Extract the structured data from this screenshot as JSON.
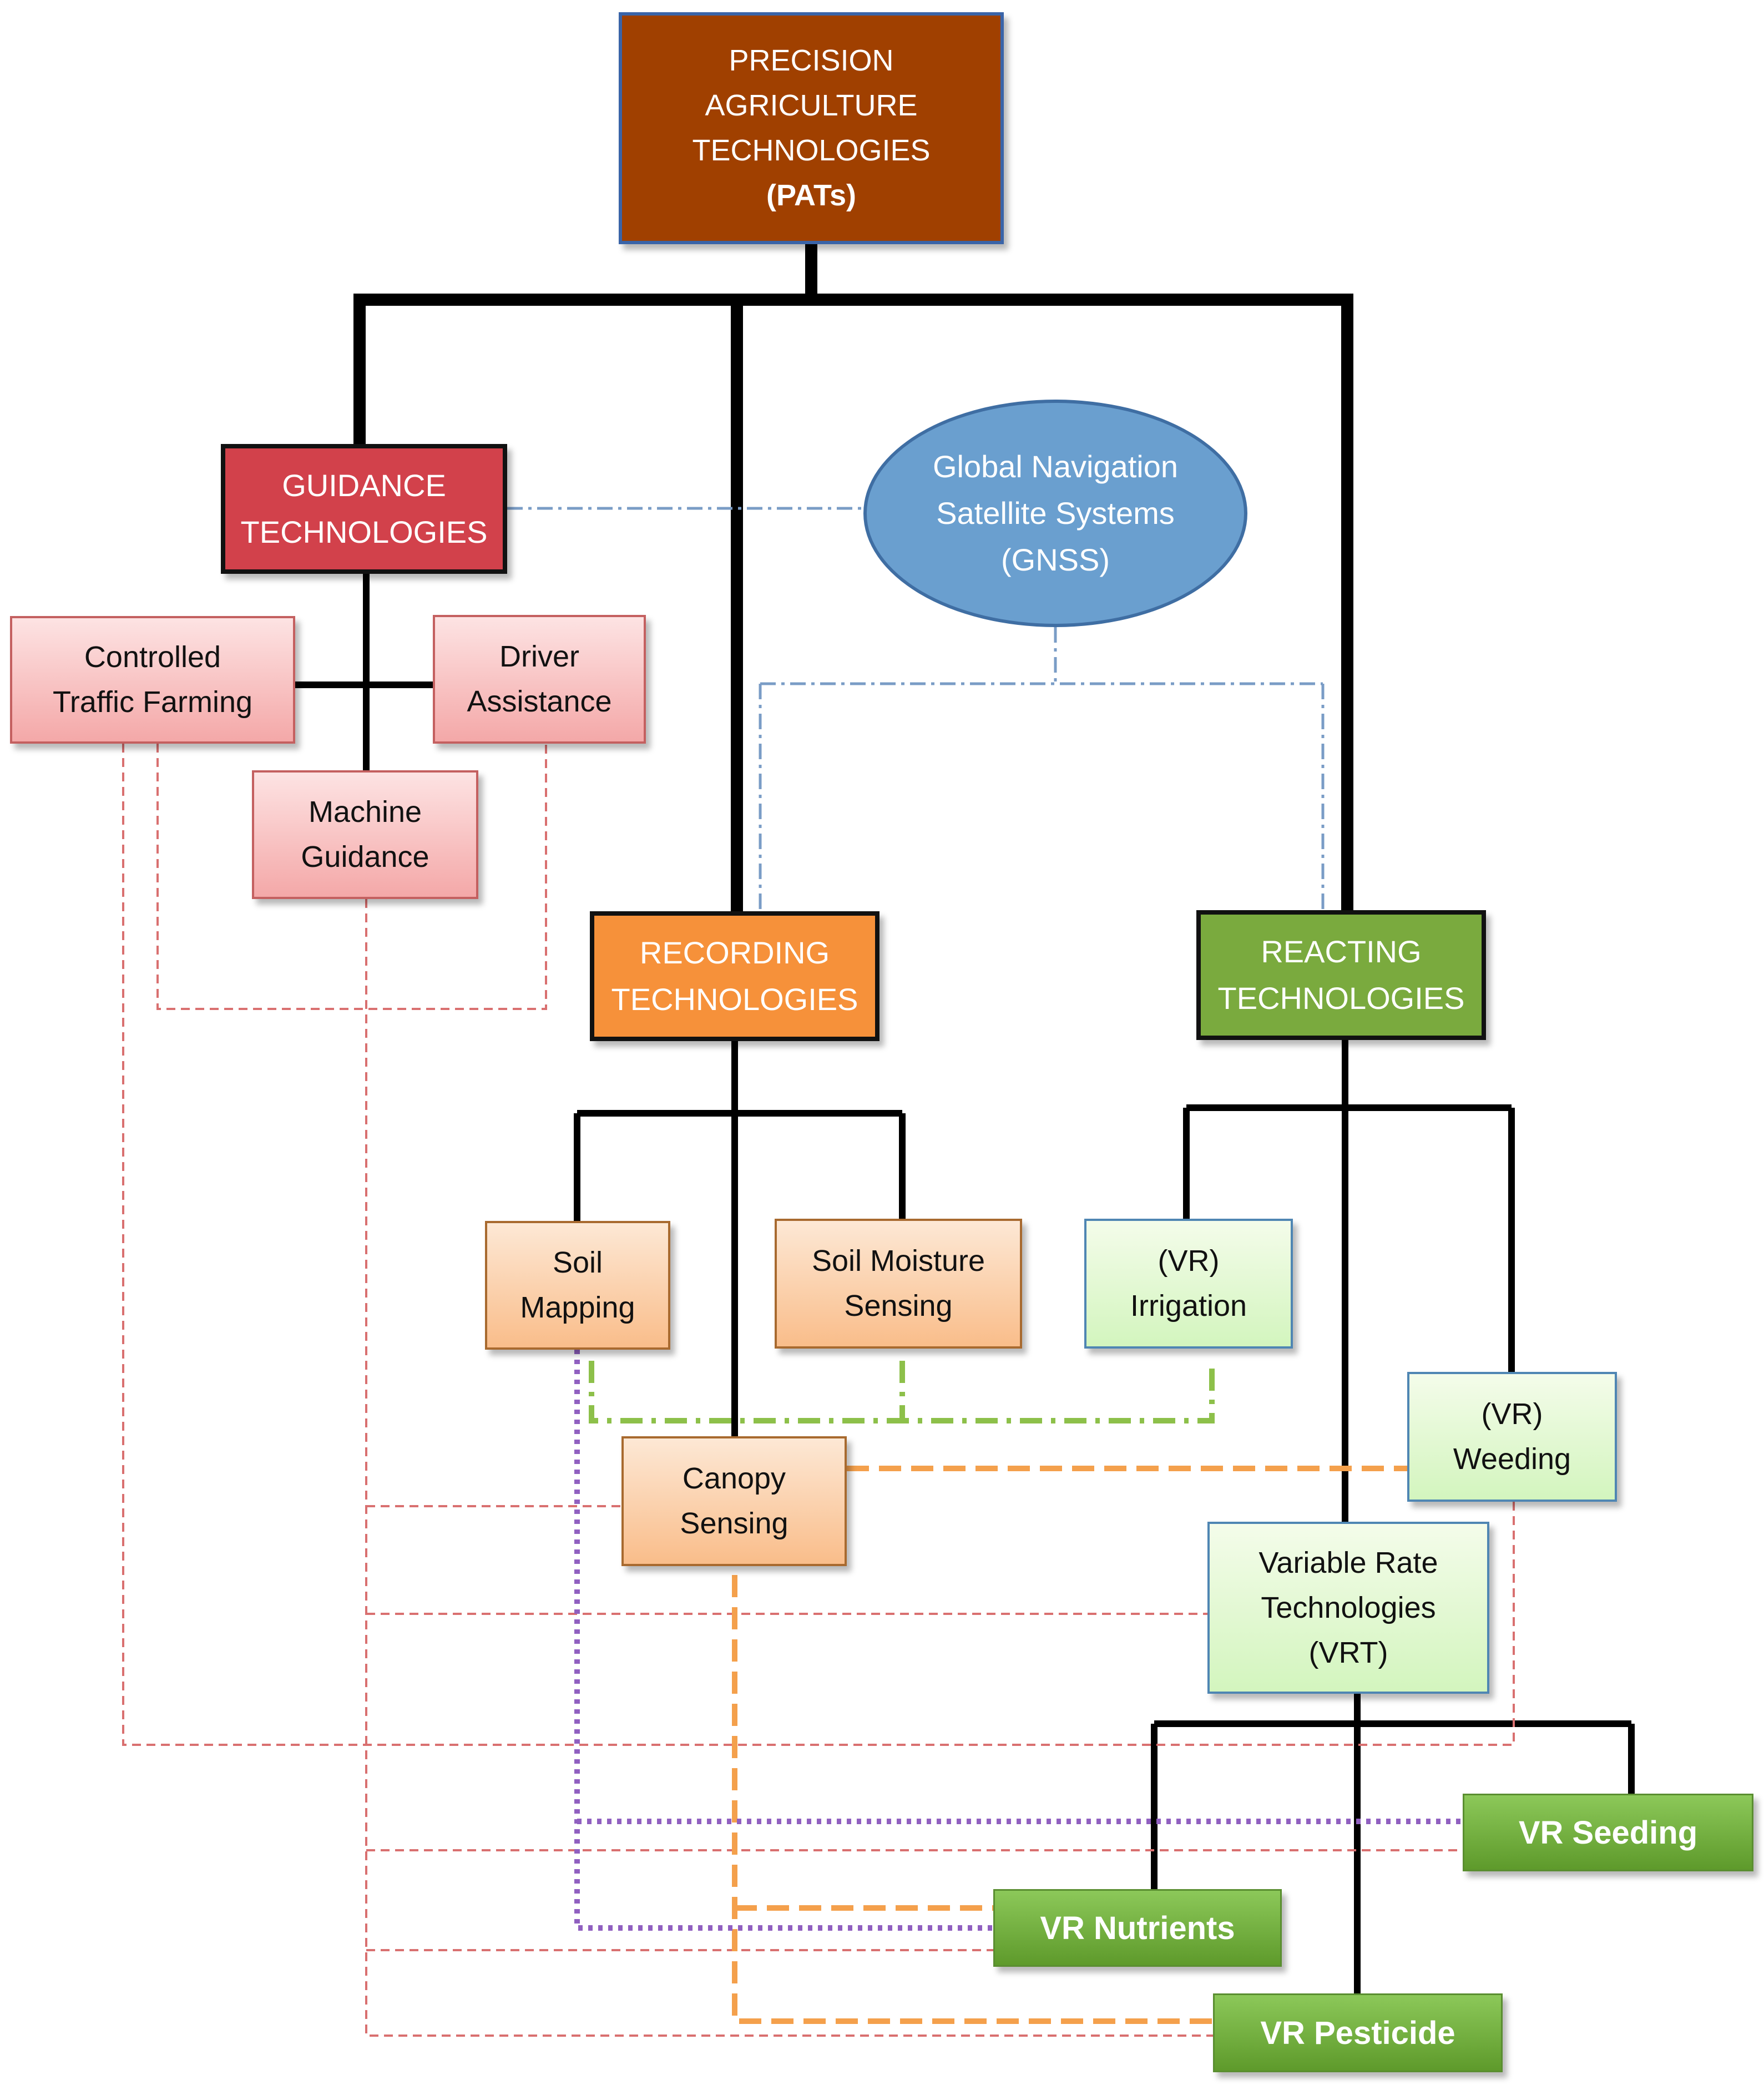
{
  "title": "",
  "nodes": {
    "root": {
      "lines": [
        "PRECISION",
        "AGRICULTURE",
        "TECHNOLOGIES",
        "(PATs)"
      ]
    },
    "guidance": {
      "lines": [
        "GUIDANCE",
        "TECHNOLOGIES"
      ]
    },
    "gnss": {
      "lines": [
        "Global Navigation",
        "Satellite Systems",
        "(GNSS)"
      ]
    },
    "controlled_traffic": {
      "lines": [
        "Controlled",
        "Traffic Farming"
      ]
    },
    "driver_assistance": {
      "lines": [
        "Driver",
        "Assistance"
      ]
    },
    "machine_guidance": {
      "lines": [
        "Machine",
        "Guidance"
      ]
    },
    "recording": {
      "lines": [
        "RECORDING",
        "TECHNOLOGIES"
      ]
    },
    "reacting": {
      "lines": [
        "REACTING",
        "TECHNOLOGIES"
      ]
    },
    "soil_mapping": {
      "lines": [
        "Soil",
        "Mapping"
      ]
    },
    "soil_moisture": {
      "lines": [
        "Soil Moisture",
        "Sensing"
      ]
    },
    "canopy_sensing": {
      "lines": [
        "Canopy",
        "Sensing"
      ]
    },
    "vr_irrigation": {
      "lines": [
        "(VR)",
        "Irrigation"
      ]
    },
    "vr_weeding": {
      "lines": [
        "(VR)",
        "Weeding"
      ]
    },
    "vrt": {
      "lines": [
        "Variable Rate",
        "Technologies",
        "(VRT)"
      ]
    },
    "vr_seeding": {
      "label": "VR Seeding"
    },
    "vr_nutrients": {
      "label": "VR Nutrients"
    },
    "vr_pesticide": {
      "label": "VR Pesticide"
    }
  },
  "colors": {
    "root_fill": "#a04000",
    "guidance_fill": "#d2414b",
    "gnss_fill": "#6a9fcf",
    "recording_fill": "#f6913a",
    "reacting_fill": "#7aaa3e",
    "hierarchy_line": "#000000",
    "gnss_link": "#7a9cc6",
    "guidance_link": "#d97070",
    "recording_link": "#f4a04c",
    "sensing_group": "#8dc04a",
    "soil_mapping_link": "#9060c0"
  }
}
